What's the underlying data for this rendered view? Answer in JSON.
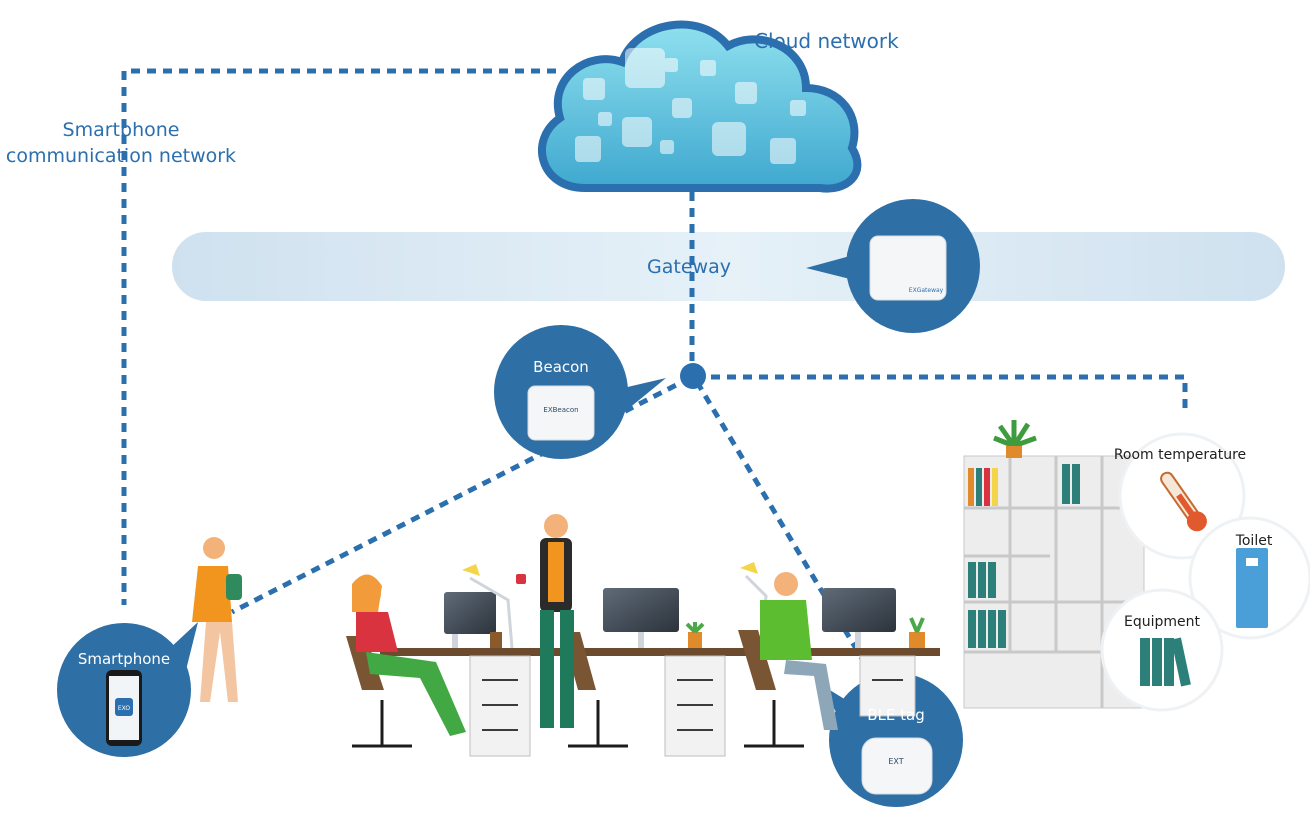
{
  "diagram": {
    "labels": {
      "cloud": "Cloud network",
      "smartphone_network_line1": "Smartphone",
      "smartphone_network_line2": "communication network",
      "gateway": "Gateway",
      "beacon": "Beacon",
      "smartphone": "Smartphone",
      "ble_tag": "BLE tag",
      "room_temperature": "Room temperature",
      "toilet": "Toilet",
      "equipment": "Equipment"
    },
    "device_marks": {
      "gateway_device": "EXGateway",
      "beacon_device": "EXBeacon",
      "ble_tag_device": "EXT",
      "phone_app": "EXO"
    },
    "colors": {
      "primary": "#2b6fae",
      "dark_bubble": "#2e6fa6",
      "gateway_band": "#dbe9f4",
      "cloud_fill": "#5fc3dc",
      "cloud_outline": "#2b6fae"
    }
  }
}
